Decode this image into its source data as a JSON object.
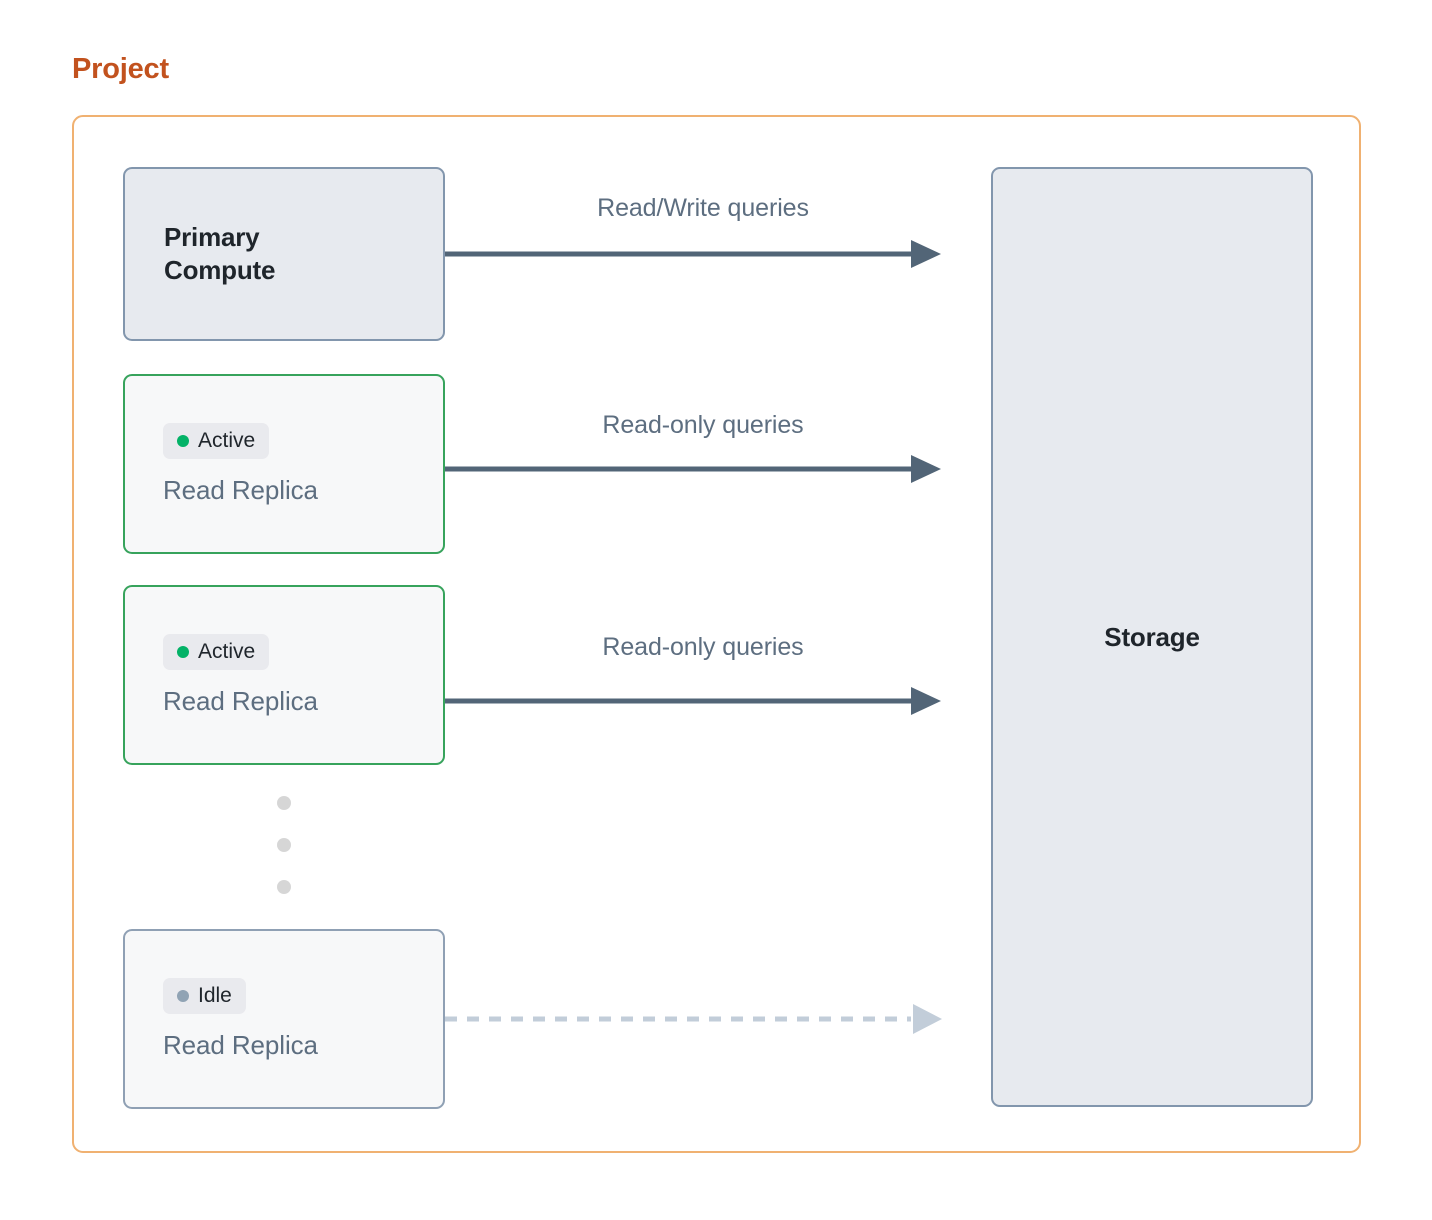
{
  "title": "Project",
  "colors": {
    "title": "#c2521e",
    "container_border": "#f0b171",
    "node_fill": "#e7eaef",
    "node_border": "#8296ad",
    "replica_fill": "#f7f8f9",
    "active_border": "#37a35c",
    "idle_border": "#8fa0b4",
    "badge_bg": "#e9eaee",
    "status_active_dot": "#03b267",
    "status_idle_dot": "#90a3b4",
    "arrow_active": "#526577",
    "arrow_idle": "#c2cdd9",
    "label_text": "#5d6e80",
    "ellipsis_dot": "#d6d6d6"
  },
  "nodes": {
    "primary": {
      "line1": "Primary",
      "line2": "Compute"
    },
    "storage": {
      "label": "Storage"
    },
    "replicas": [
      {
        "status": "Active",
        "status_state": "active",
        "name": "Read Replica"
      },
      {
        "status": "Active",
        "status_state": "active",
        "name": "Read Replica"
      },
      {
        "status": "Idle",
        "status_state": "idle",
        "name": "Read Replica"
      }
    ]
  },
  "connectors": [
    {
      "label": "Read/Write queries",
      "style": "solid"
    },
    {
      "label": "Read-only queries",
      "style": "solid"
    },
    {
      "label": "Read-only queries",
      "style": "solid"
    },
    {
      "label": "",
      "style": "dashed"
    }
  ],
  "ellipsis": {
    "dot_count": 3
  },
  "icons": {
    "status_dot": "status-dot-icon",
    "arrow_head": "arrow-head-icon",
    "ellipsis": "vertical-ellipsis-icon"
  }
}
